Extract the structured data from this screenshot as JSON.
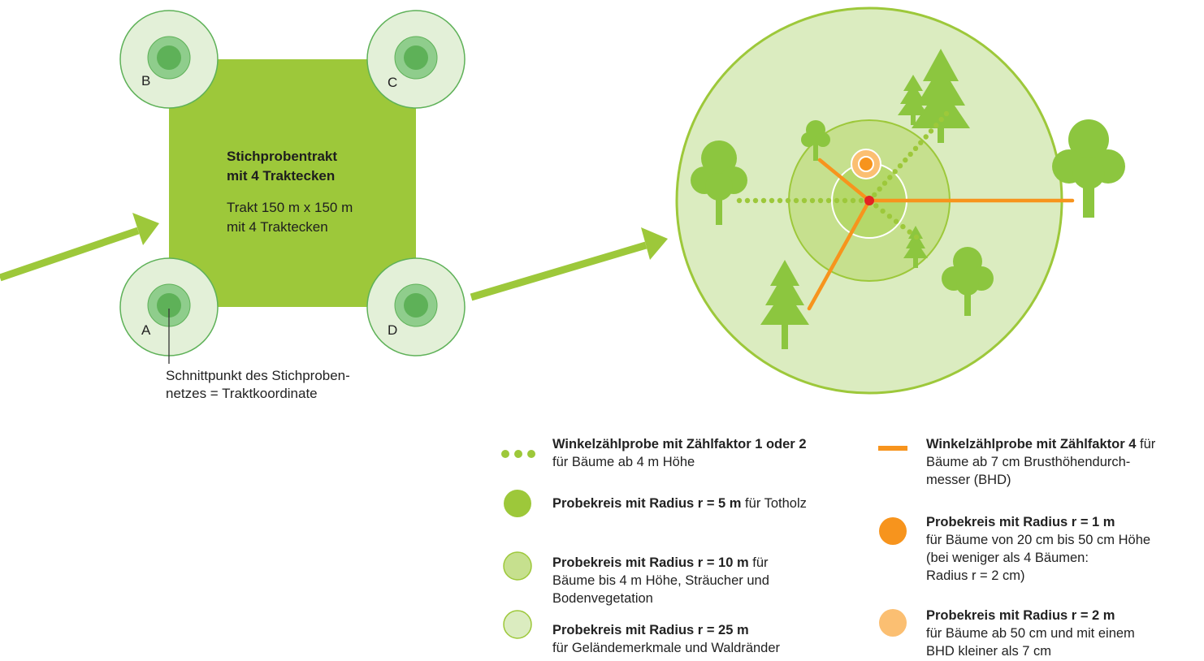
{
  "colors": {
    "bright_green": "#9dc83a",
    "mid_green": "#c6e08e",
    "pale_green": "#dbecc0",
    "corner_outer": "#e3f0d8",
    "corner_ring": "#8fcd8c",
    "corner_inner": "#5eb158",
    "tree_green": "#8cc63f",
    "orange": "#f7941d",
    "light_orange": "#fbbf72",
    "center_red": "#e32322"
  },
  "corner_labels": {
    "a": "A",
    "b": "B",
    "c": "C",
    "d": "D"
  },
  "tract": {
    "title_line1": "Stichprobentrakt",
    "title_line2": "mit 4 Traktecken",
    "sub_line1": "Trakt 150 m x 150 m",
    "sub_line2": "mit 4 Traktecken"
  },
  "callout": {
    "line1": "Schnittpunkt des Stichproben-",
    "line2": "netzes = Traktkoordinate"
  },
  "legend": [
    {
      "id": "dots",
      "symbol": "dotted-line-icon",
      "bold": "Winkelzählprobe mit Zählfaktor 1 oder 2",
      "rest_line1": "",
      "lines": [
        "für Bäume ab 4 m Höhe"
      ]
    },
    {
      "id": "r5",
      "symbol": "circle-icon",
      "bold": "Probekreis mit Radius r = 5 m",
      "rest_line1": " für Totholz",
      "lines": []
    },
    {
      "id": "r10",
      "symbol": "circle-icon",
      "bold": "Probekreis mit Radius r = 10 m",
      "rest_line1": " für",
      "lines": [
        "Bäume bis 4 m Höhe, Sträucher und",
        "Bodenvegetation"
      ]
    },
    {
      "id": "r25",
      "symbol": "circle-icon",
      "bold": "Probekreis mit Radius r = 25 m",
      "rest_line1": "",
      "lines": [
        "für Geländemerkmale und Waldränder"
      ]
    },
    {
      "id": "wzp4",
      "symbol": "orange-line-icon",
      "bold": "Winkelzählprobe mit Zählfaktor 4",
      "rest_line1": " für",
      "lines": [
        "Bäume ab 7 cm Brusthöhendurch-",
        "messer (BHD)"
      ]
    },
    {
      "id": "r1",
      "symbol": "circle-icon",
      "bold": "Probekreis mit Radius r = 1 m",
      "rest_line1": "",
      "lines": [
        "für Bäume von 20 cm bis 50 cm Höhe",
        "(bei weniger als 4 Bäumen:",
        "Radius r = 2 cm)"
      ]
    },
    {
      "id": "r2",
      "symbol": "circle-icon",
      "bold": "Probekreis mit Radius r = 2 m",
      "rest_line1": "",
      "lines": [
        "für Bäume ab 50 cm und mit einem",
        "BHD kleiner als 7 cm"
      ]
    }
  ]
}
